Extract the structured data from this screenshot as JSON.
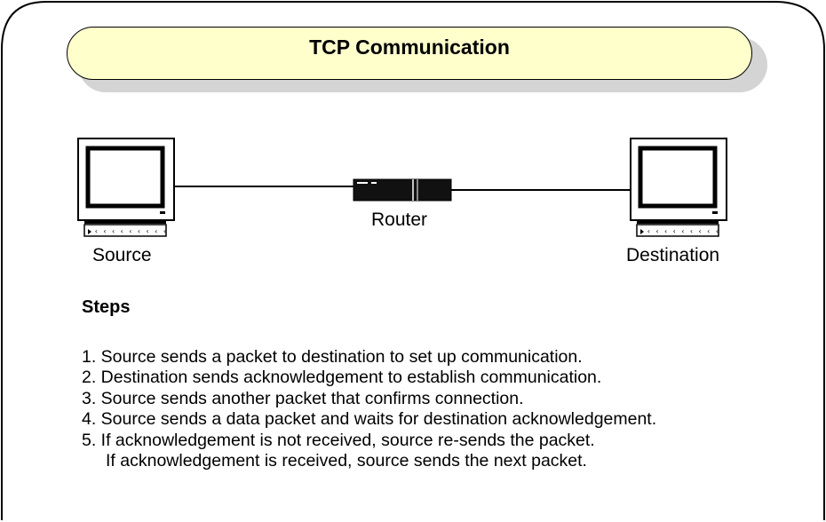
{
  "title": "TCP Communication",
  "nodes": {
    "source": "Source",
    "router": "Router",
    "destination": "Destination"
  },
  "steps": {
    "heading": "Steps",
    "items": [
      "1. Source sends a packet to destination to set up communication.",
      "2. Destination sends acknowledgement to establish communication.",
      "3. Source sends another packet that confirms connection.",
      "4. Source sends a data packet and waits for destination acknowledgement.",
      "5. If acknowledgement is not received, source re-sends the packet."
    ],
    "continuation": "If acknowledgement is received, source sends the next packet."
  }
}
